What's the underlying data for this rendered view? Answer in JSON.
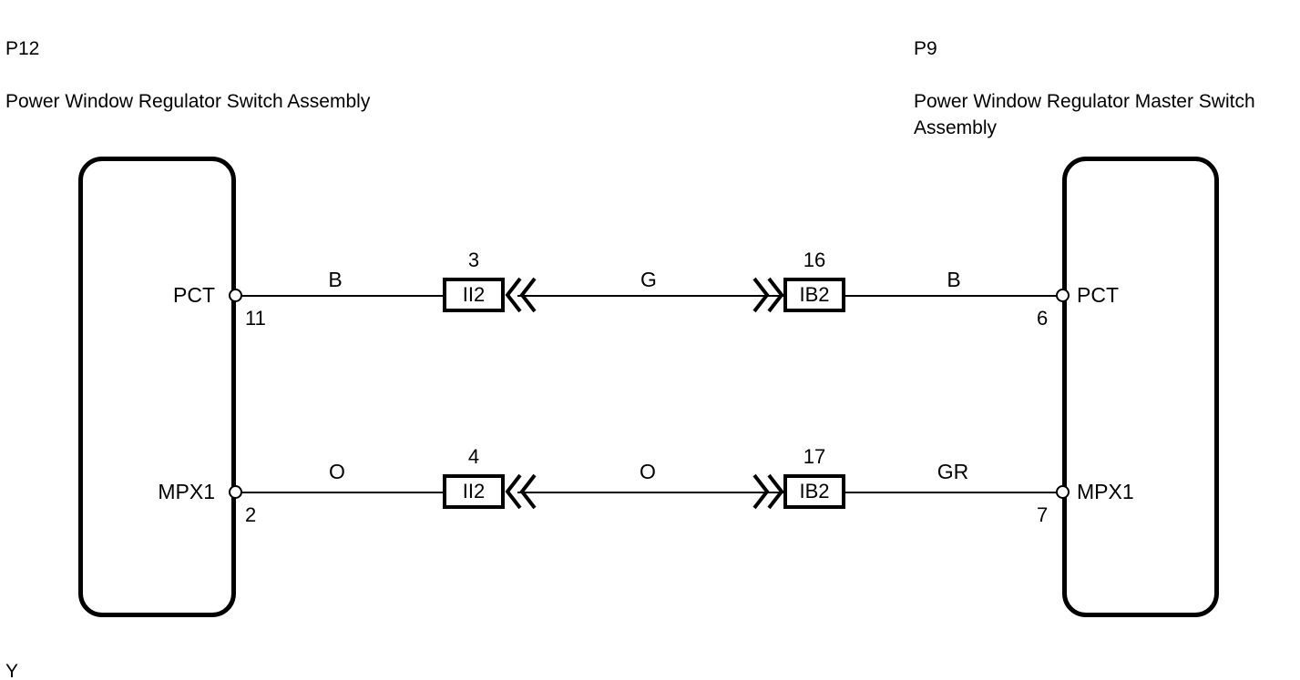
{
  "diagram": {
    "title_left": "Power Window Regulator Switch Assembly",
    "title_right": "Power Window Regulator Master Switch Assembly",
    "footer_mark": "Y",
    "line_color": "#000000",
    "background": "#ffffff"
  },
  "connectors": {
    "left": {
      "code": "P12",
      "name": "Power Window Regulator Switch Assembly",
      "terminals": [
        {
          "label": "PCT",
          "pin": "11"
        },
        {
          "label": "MPX1",
          "pin": "2"
        }
      ]
    },
    "right": {
      "code": "P9",
      "name": "Power Window Regulator Master Switch Assembly",
      "terminals": [
        {
          "label": "PCT",
          "pin": "6"
        },
        {
          "label": "MPX1",
          "pin": "7"
        }
      ]
    }
  },
  "circuits": [
    {
      "name": "pct-circuit",
      "left_terminal": "PCT",
      "left_pin": "11",
      "right_terminal": "PCT",
      "right_pin": "6",
      "segments": [
        {
          "color_code": "B"
        },
        {
          "color_code": "G"
        },
        {
          "color_code": "B"
        }
      ],
      "junctions": [
        {
          "number": "3",
          "connector": "II2"
        },
        {
          "number": "16",
          "connector": "IB2"
        }
      ]
    },
    {
      "name": "mpx1-circuit",
      "left_terminal": "MPX1",
      "left_pin": "2",
      "right_terminal": "MPX1",
      "right_pin": "7",
      "segments": [
        {
          "color_code": "O"
        },
        {
          "color_code": "O"
        },
        {
          "color_code": "GR"
        }
      ],
      "junctions": [
        {
          "number": "4",
          "connector": "II2"
        },
        {
          "number": "17",
          "connector": "IB2"
        }
      ]
    }
  ]
}
